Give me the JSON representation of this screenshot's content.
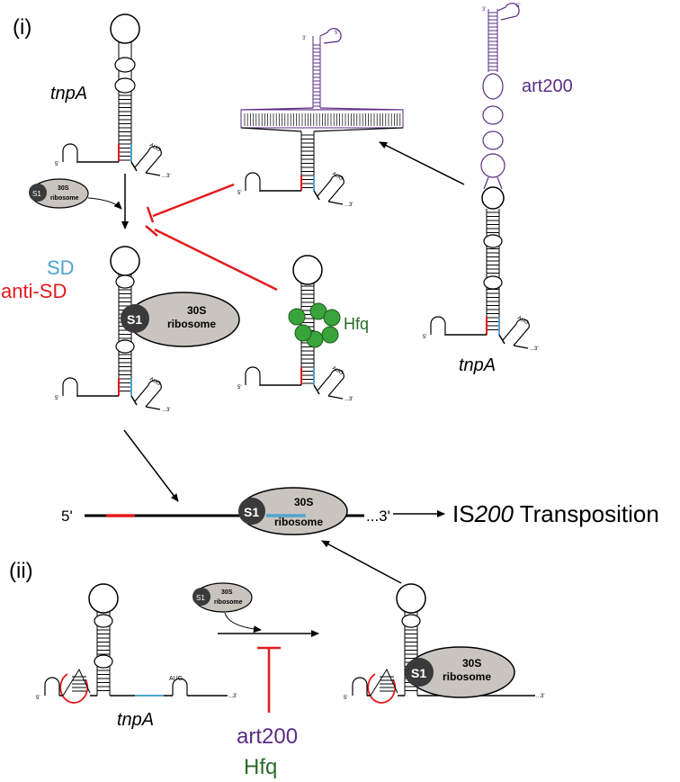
{
  "panels": {
    "panel_i": "(i)",
    "panel_ii": "(ii)"
  },
  "labels": {
    "tnpA": "tnpA",
    "art200": "art200",
    "hfq": "Hfq",
    "sd": "SD",
    "anti_sd": "anti-SD",
    "aug": "AUG",
    "five_prime": "5'",
    "three_prime": "3'",
    "three_prime_dots": "...3'",
    "ribosome_30s": "30S",
    "ribosome": "ribosome",
    "s1": "S1",
    "mrna_5prime": "5'",
    "mrna_3prime": "...3'",
    "transposition_prefix": "IS",
    "transposition_number": "200",
    "transposition_suffix": " Transposition",
    "inhibitors_art200": "art200",
    "inhibitors_hfq": "Hfq"
  },
  "colors": {
    "anti_sd": "#e41a1c",
    "sd": "#4fa3d1",
    "art200": "#5b2c83",
    "hfq": "#2a6a2a",
    "hfq_fill": "#39a33c",
    "ribosome_fill": "#c9c4be",
    "s1_fill": "#3a3a3a",
    "inhibit": "#e41a1c"
  }
}
